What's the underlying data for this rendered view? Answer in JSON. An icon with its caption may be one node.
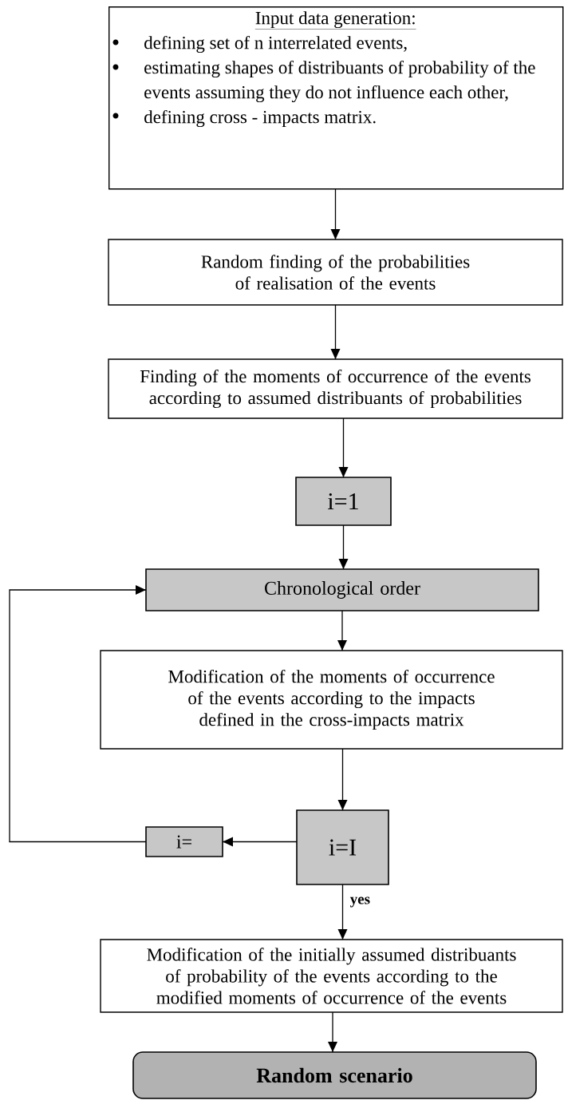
{
  "diagram": {
    "nodes": [
      {
        "text": [
          "Input data generation:",
          "defining set of n interrelated events,",
          "estimating shapes of distribuants of probability of the events assuming they do not influence each other,",
          "defining cross - impacts matrix."
        ]
      },
      {
        "text": [
          "Random finding of the probabilities of realisation of the events"
        ]
      },
      {
        "text": [
          "Finding of the moments of  occurrence of the events according to assumed distribuants of probabilities"
        ]
      },
      {
        "text": [
          "i=1"
        ]
      },
      {
        "text": [
          "Chronological order"
        ]
      },
      {
        "text": [
          "Modification of the moments of occurrence of the events according to the impacts defined in the cross-impacts matrix"
        ]
      },
      {
        "text": [
          "i=I"
        ]
      },
      {
        "text": [
          "i="
        ]
      },
      {
        "text": [
          "Modification of the initially assumed distribuants of probability of the events according to the modified moments of occurrence of the events"
        ]
      },
      {
        "text": [
          "Random scenario"
        ]
      }
    ],
    "edges": [
      {
        "from": 0,
        "to": 1,
        "arrow": "to"
      },
      {
        "from": 1,
        "to": 2,
        "arrow": "to"
      },
      {
        "from": 2,
        "to": 3,
        "arrow": "to"
      },
      {
        "from": 3,
        "to": 4,
        "arrow": "to"
      },
      {
        "from": 4,
        "to": 5,
        "arrow": "to"
      },
      {
        "from": 5,
        "to": 6,
        "arrow": "to"
      },
      {
        "from": 6,
        "to": 7,
        "arrow": "to"
      },
      {
        "from": 7,
        "to": 4,
        "arrow": "to"
      },
      {
        "from": 6,
        "to": 8,
        "arrow": "to",
        "label": "yes"
      },
      {
        "from": 8,
        "to": 9,
        "arrow": "to"
      }
    ]
  }
}
